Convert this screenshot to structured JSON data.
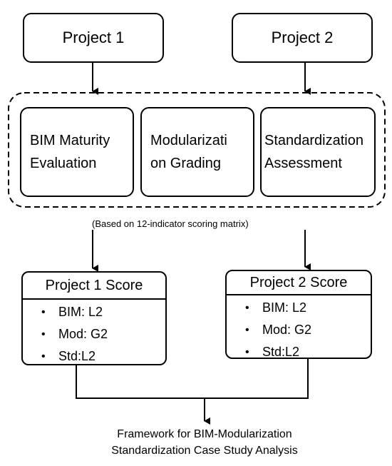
{
  "projects": [
    {
      "label": "Project 1"
    },
    {
      "label": "Project 2"
    }
  ],
  "steps": [
    {
      "label": "BIM Maturity\nEvaluation"
    },
    {
      "label": "Modularizati\non Grading"
    },
    {
      "label": "Standardization\nAssessment"
    }
  ],
  "matrix_note": "(Based on 12-indicator scoring matrix)",
  "scores": [
    {
      "title": "Project 1 Score",
      "items": [
        "BIM: L2",
        "Mod: G2",
        "Std:L2"
      ]
    },
    {
      "title": "Project 2 Score",
      "items": [
        "BIM: L2",
        "Mod: G2",
        "Std:L2"
      ]
    }
  ],
  "bullet_symbol": "•",
  "footer": {
    "line1": "Framework for BIM-Modularization",
    "line2": "Standardization Case Study Analysis"
  }
}
